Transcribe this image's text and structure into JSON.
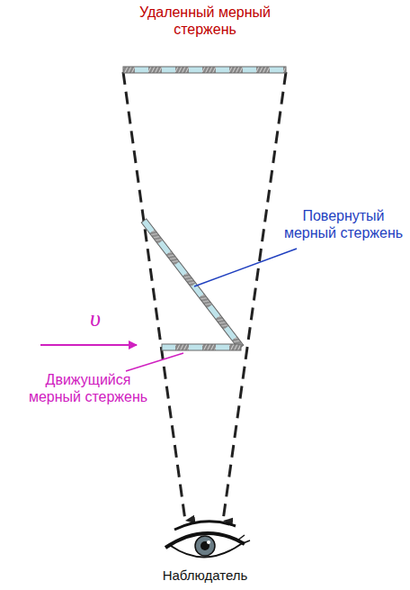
{
  "diagram": {
    "labels": [
      "Удаленный мерный стержень",
      "Повернутый мерный стержень",
      "υ",
      "Движущийся мерный стержень",
      "Наблюдатель"
    ]
  }
}
